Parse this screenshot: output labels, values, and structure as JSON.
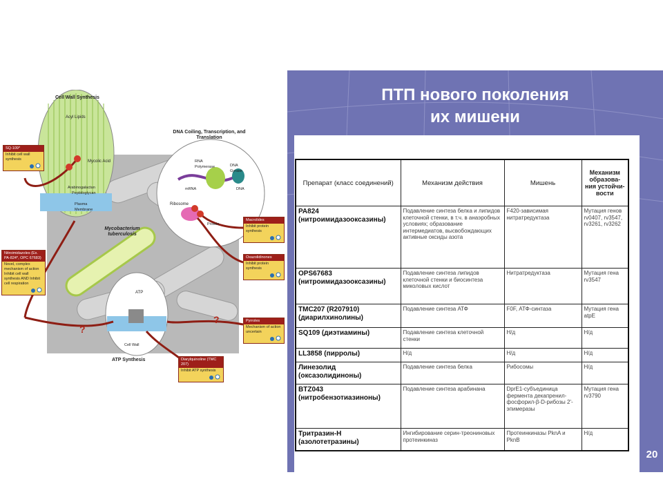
{
  "diagram": {
    "labels": {
      "cell_wall_synthesis": "Cell Wall Synthesis",
      "acyl_lipids": "Acyl Lipids",
      "mycolic_acid": "Mycolic Acid",
      "arabinogalactan": "Arabinogalactan",
      "peptidoglycan": "Peptidoglycan",
      "plasma_membrane": "Plasma Membrane",
      "dna_coiling": "DNA Coiling, Transcription, and Translation",
      "rna_polymerase": "RNA Polymerase",
      "dna_gyrase": "DNA Gyrase",
      "mrna": "mRNA",
      "dna": "DNA",
      "ribosome": "Ribosome",
      "protein": "Protein",
      "mycobacterium": "Mycobacterium tuberculosis",
      "atp": "ATP",
      "cell_wall": "Cell Wall",
      "atp_synthesis": "ATP Synthesis",
      "question": "?"
    },
    "callouts": [
      {
        "head": "SQ-109*",
        "body": "Inhibit cell wall synthesis"
      },
      {
        "head": "Nitroimidazoles (Ex. PA-824*, OPC 67683)",
        "body": "Novel, complex mechanism of action Inhibit cell wall synthesis AND Inhibit cell respiration"
      },
      {
        "head": "Macrolides",
        "body": "Inhibit protein synthesis"
      },
      {
        "head": "Oxazolidinones",
        "body": "Inhibit protein synthesis"
      },
      {
        "head": "Pyrroles",
        "body": "Mechanism of action uncertain"
      },
      {
        "head": "Diarylquinoline (TMC 207)",
        "body": "Inhibit ATP synthesis"
      }
    ],
    "colors": {
      "arrow": "#8e1e14",
      "callout_fill": "#f3d35b",
      "callout_head": "#9e1f1a",
      "background_gray": "#b8b8b8"
    }
  },
  "slide": {
    "title_line1": "ПТП  нового поколения",
    "title_line2": "их мишени",
    "page_number": "20",
    "background": "#6f73b3",
    "table": {
      "headers": [
        "Препарат (класс соединений)",
        "Механизм действия",
        "Мишень",
        "Механизм образова-ния устойчи-вости"
      ],
      "rows": [
        [
          "PA824 (нитроимидазооксазины)",
          "Подавление синтеза белка и липидов клеточной стенки, в т.ч. в анаэробных условиях; образование интермедиатов, высвобождающих активные оксиды азота",
          "F420-зависимая нитратредуктаза",
          "Мутация генов rv0407, rv3547, rv3261, rv3262"
        ],
        [
          "OPS67683 (нитроимидазооксазины)",
          "Подавление синтеза липидов клеточной стенки и биосинтеза миколовых кислот",
          "Нитратредуктаза",
          "Мутация гена rv3547"
        ],
        [
          "TMC207 (R207910) (диарилхинолины)",
          "Подавление синтеза АТФ",
          "F0F, АТФ-синтаза",
          "Мутация гена atpE"
        ],
        [
          "SQ109 (диэтиамины)",
          "Подавление синтеза клеточной стенки",
          "Н/д",
          "Н/д"
        ],
        [
          "LL3858 (пирролы)",
          "Н/д",
          "Н/д",
          "Н/д"
        ],
        [
          "Линезолид (оксазолидиноны)",
          "Подавление синтеза белка",
          "Рибосомы",
          "Н/д"
        ],
        [
          "BTZ043 (нитробензотиазиноны)",
          "Подавление синтеза арабинана",
          "DprE1-субъединица фермента декапренил-фосфорил-β-D-рибозы 2'-эпимеразы",
          "Мутация гена rv3790"
        ],
        [
          "Тритразин-Н (азолотетразины)",
          "Ингибирование серин-треониновых протеинкиназ",
          "Протеинкиназы PknA и PknB",
          "Н/д"
        ]
      ]
    }
  }
}
